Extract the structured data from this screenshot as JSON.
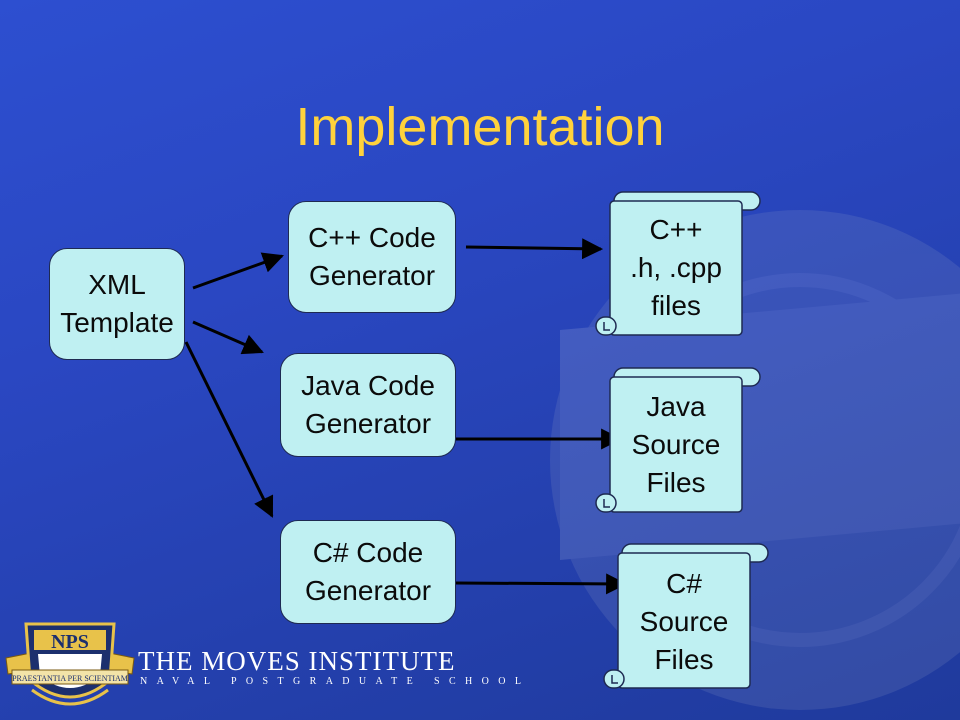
{
  "title": "Implementation",
  "source": {
    "lines": [
      "XML",
      "Template"
    ]
  },
  "generators": [
    {
      "lines": [
        "C++ Code",
        "Generator"
      ]
    },
    {
      "lines": [
        "Java Code",
        "Generator"
      ]
    },
    {
      "lines": [
        "C# Code",
        "Generator"
      ]
    }
  ],
  "outputs": [
    {
      "lines": [
        "C++",
        ".h, .cpp",
        "files"
      ]
    },
    {
      "lines": [
        "Java",
        "Source",
        "Files"
      ]
    },
    {
      "lines": [
        "C#",
        "Source",
        "Files"
      ]
    }
  ],
  "logo": {
    "seal_text": "NPS",
    "seal_motto": "PRAESTANTIA PER SCIENTIAM",
    "name": "THE MOVES INSTITUTE",
    "subtitle": "NAVAL POSTGRADUATE SCHOOL"
  },
  "colors": {
    "background": "#2a47c2",
    "title": "#ffd23c",
    "box_fill": "#bff0f2",
    "arrow": "#000000"
  }
}
